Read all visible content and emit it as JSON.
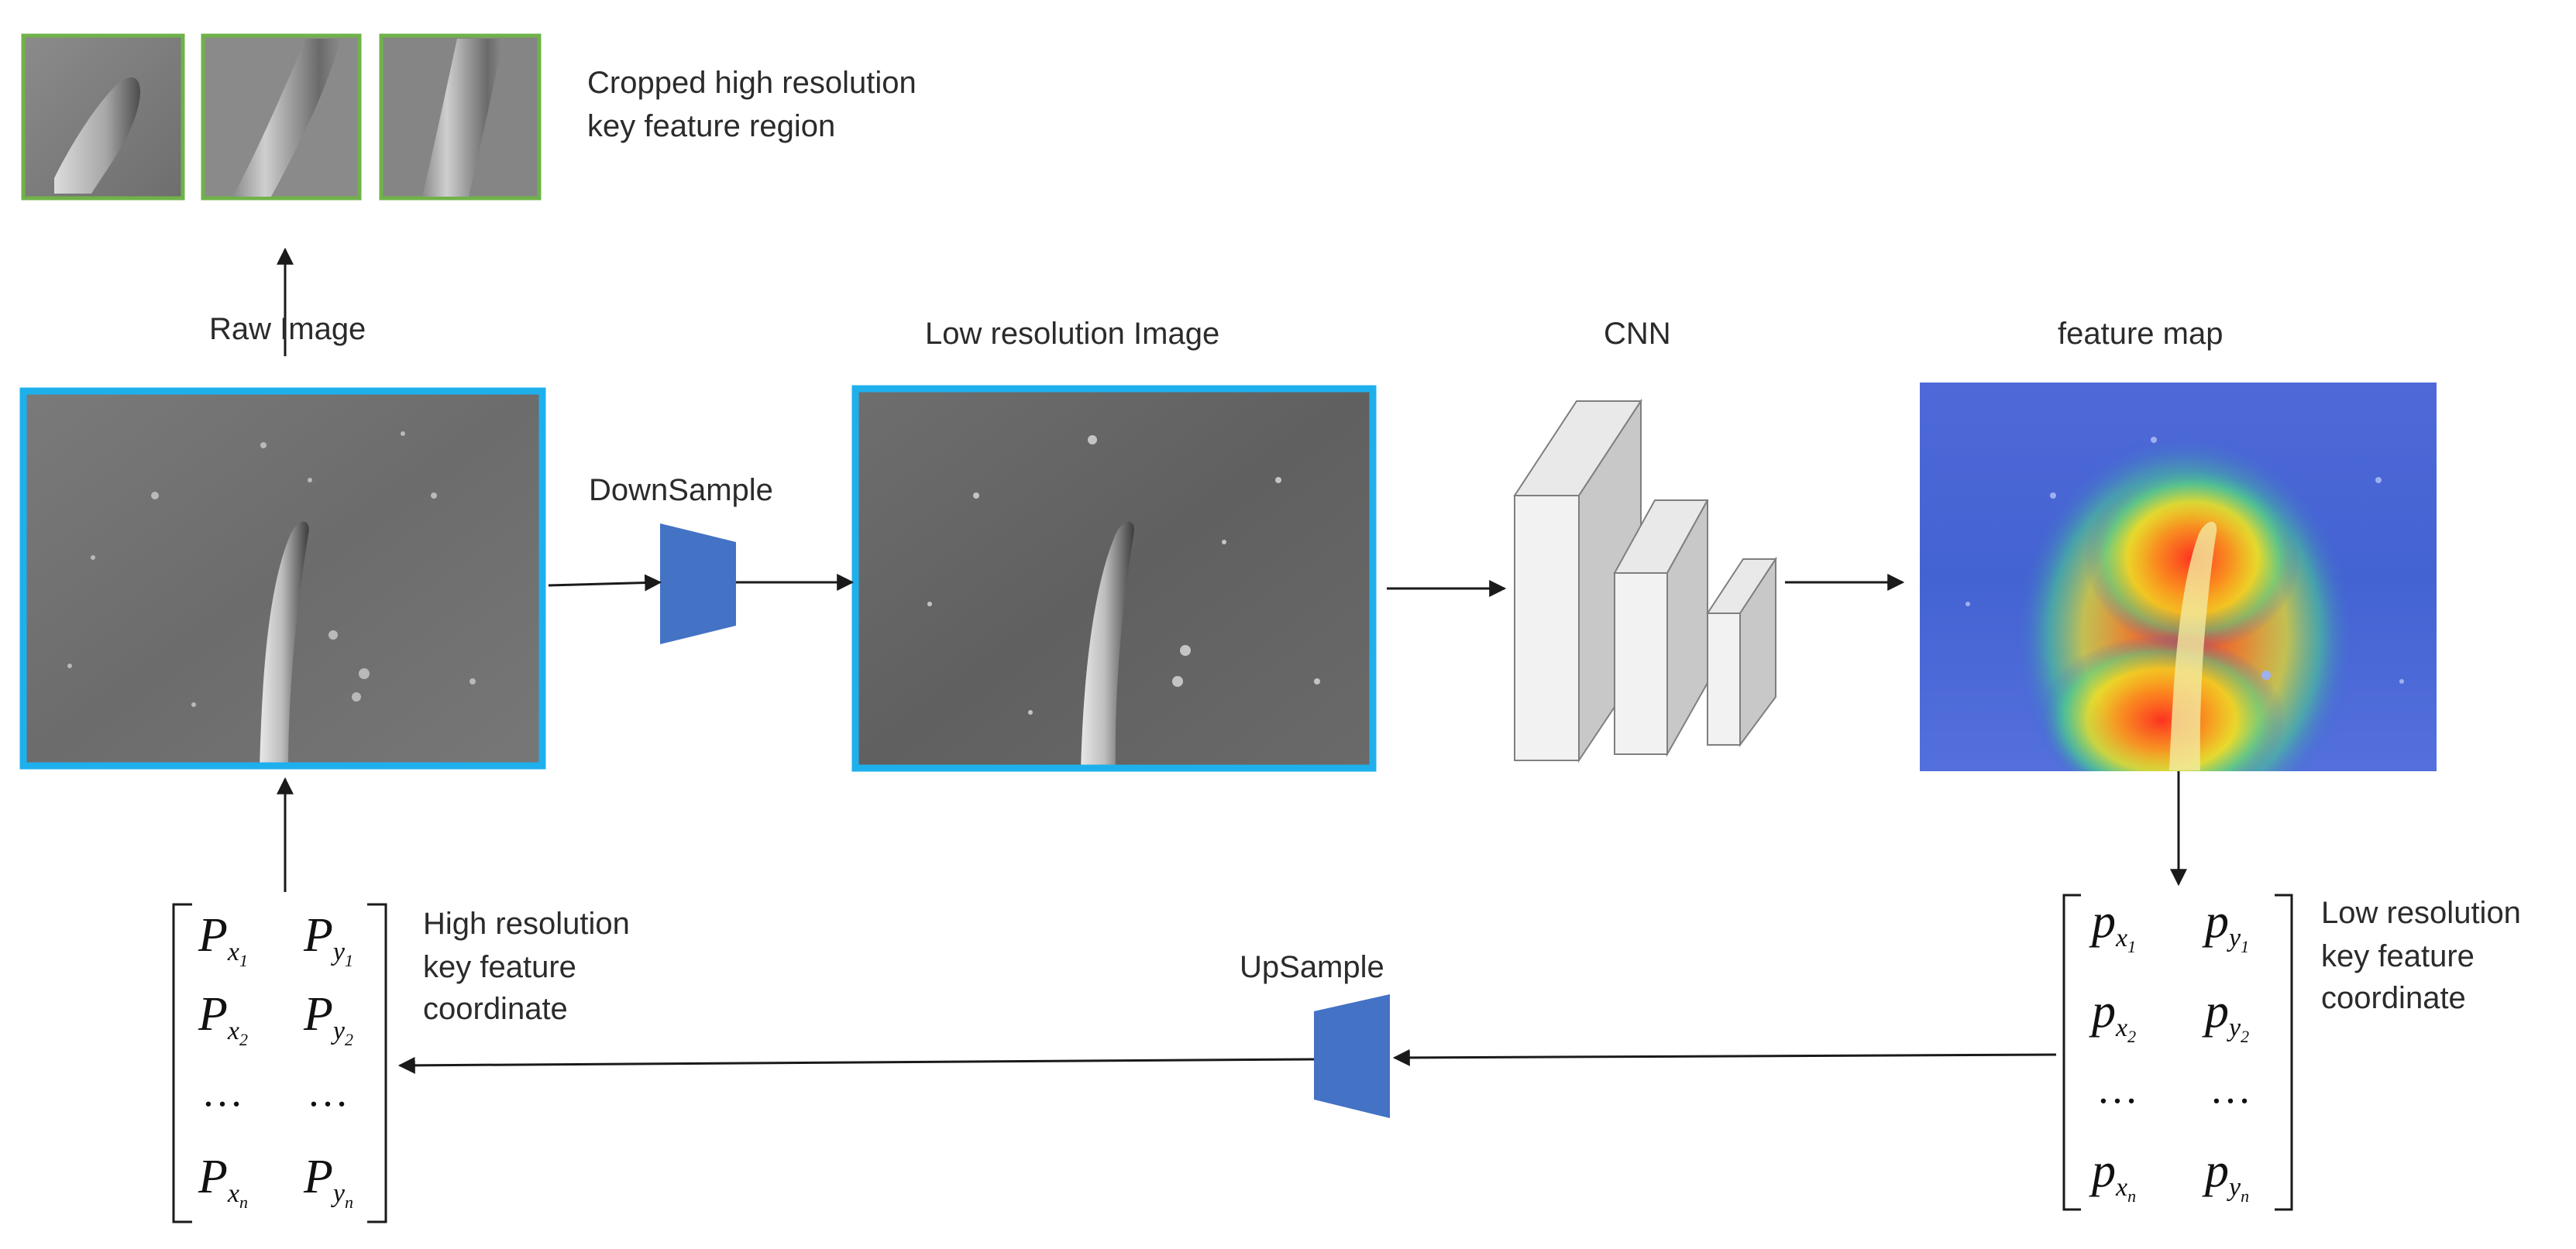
{
  "labels": {
    "cropped_line1": "Cropped high resolution",
    "cropped_line2": "key feature region",
    "raw_image": "Raw Image",
    "low_res_image": "Low resolution Image",
    "cnn": "CNN",
    "feature_map": "feature map",
    "downsample": "DownSample",
    "upsample": "UpSample",
    "high_res_line1": "High resolution",
    "high_res_line2": "key feature",
    "high_res_line3": "coordinate",
    "low_res_line1": "Low resolution",
    "low_res_line2": "key feature",
    "low_res_line3": "coordinate"
  },
  "matrices": {
    "high": {
      "r1c1": "P",
      "r1c1_sub": "x",
      "r1c1_subsub": "1",
      "r1c2": "P",
      "r1c2_sub": "y",
      "r1c2_subsub": "1",
      "r2c1": "P",
      "r2c1_sub": "x",
      "r2c1_subsub": "2",
      "r2c2": "P",
      "r2c2_sub": "y",
      "r2c2_subsub": "2",
      "r3c1": "…",
      "r3c2": "…",
      "r4c1": "P",
      "r4c1_sub": "x",
      "r4c1_subsub": "n",
      "r4c2": "P",
      "r4c2_sub": "y",
      "r4c2_subsub": "n"
    },
    "low": {
      "r1c1": "p",
      "r1c1_sub": "x",
      "r1c1_subsub": "1",
      "r1c2": "p",
      "r1c2_sub": "y",
      "r1c2_subsub": "1",
      "r2c1": "p",
      "r2c1_sub": "x",
      "r2c1_subsub": "2",
      "r2c2": "p",
      "r2c2_sub": "y",
      "r2c2_subsub": "2",
      "r3c1": "…",
      "r3c2": "…",
      "r4c1": "p",
      "r4c1_sub": "x",
      "r4c1_subsub": "n",
      "r4c2": "p",
      "r4c2_sub": "y",
      "r4c2_subsub": "n"
    }
  },
  "colors": {
    "image_frame": "#1eb0ec",
    "crop_frame": "#6fb24a",
    "trapezoid": "#4472c4",
    "arrow": "#1a1a1a",
    "cnn_face": "#c8c8c8",
    "cnn_side": "#e9e9e9",
    "cnn_edge": "#7f7f7f"
  }
}
